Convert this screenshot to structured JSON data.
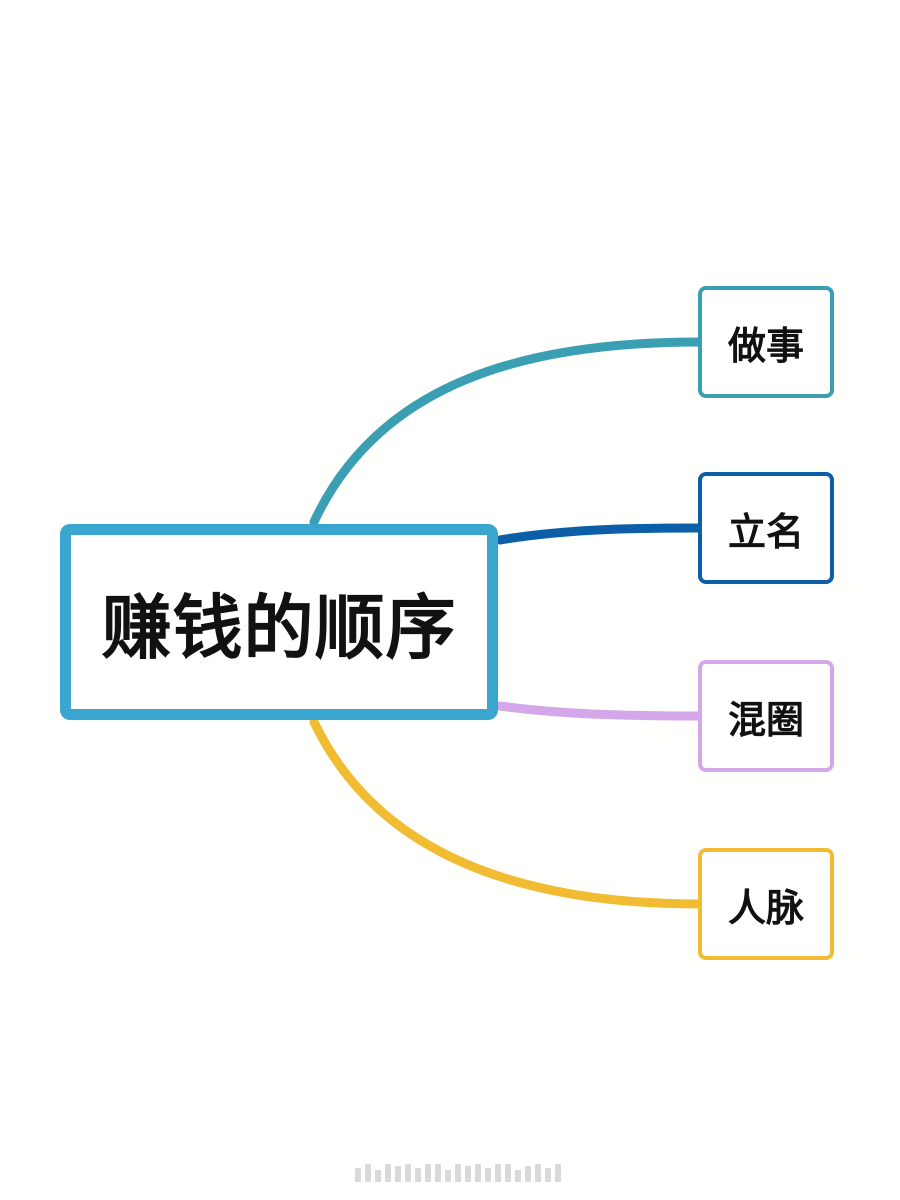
{
  "diagram": {
    "type": "mind-map",
    "root": {
      "label": "赚钱的顺序",
      "color": "#3aa6cf"
    },
    "branches": [
      {
        "label": "做事",
        "color": "#3a9fb3"
      },
      {
        "label": "立名",
        "color": "#0c5ea8"
      },
      {
        "label": "混圈",
        "color": "#d4a6ea"
      },
      {
        "label": "人脉",
        "color": "#f2bc32"
      }
    ]
  }
}
